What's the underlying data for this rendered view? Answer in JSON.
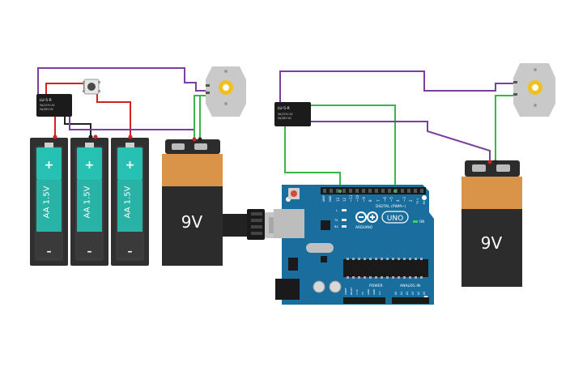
{
  "batteries_aa": [
    {
      "plus": "+",
      "label": "AA 1.5V",
      "minus": "–"
    },
    {
      "plus": "+",
      "label": "AA 1.5V",
      "minus": "–"
    },
    {
      "plus": "+",
      "label": "AA 1.5V",
      "minus": "–"
    }
  ],
  "battery_9v_left": {
    "label": "9V"
  },
  "battery_9v_right": {
    "label": "9V"
  },
  "relay_left": {
    "title": "LU-5-R",
    "line1": "5A/125V AC",
    "line2": "5A/28V DC"
  },
  "relay_right": {
    "title": "LU-5-R",
    "line1": "5A/125V AC",
    "line2": "5A/28V DC"
  },
  "arduino": {
    "logo_text": "ARDUINO",
    "model": "UNO",
    "on_label": "ON",
    "digital_label": "DIGITAL (PWM~)",
    "power_label": "POWER",
    "analog_label": "ANALOG IN",
    "aref_label": "AREF",
    "gnd_label": "GND",
    "led_l": "L",
    "led_tx": "TX",
    "led_rx": "RX",
    "digital_pins": [
      "13",
      "12",
      "~11",
      "~10",
      "~9",
      "8",
      "7",
      "~6",
      "~5",
      "4",
      "~3",
      "2",
      "TX 1",
      "RX 0"
    ],
    "power_pins": [
      "IOREF",
      "RESET",
      "3.3V",
      "5V",
      "GND",
      "GND",
      "Vin"
    ],
    "analog_pins": [
      "A0",
      "A1",
      "A2",
      "A3",
      "A4",
      "A5"
    ]
  },
  "colors": {
    "wire_purple": "#7b3fa0",
    "wire_red": "#d42020",
    "wire_green": "#3ab54a",
    "wire_dark": "#222222",
    "battery_teal": "#27c1b3",
    "battery_9v_orange": "#d9944a",
    "arduino_blue": "#1a6e9e"
  }
}
